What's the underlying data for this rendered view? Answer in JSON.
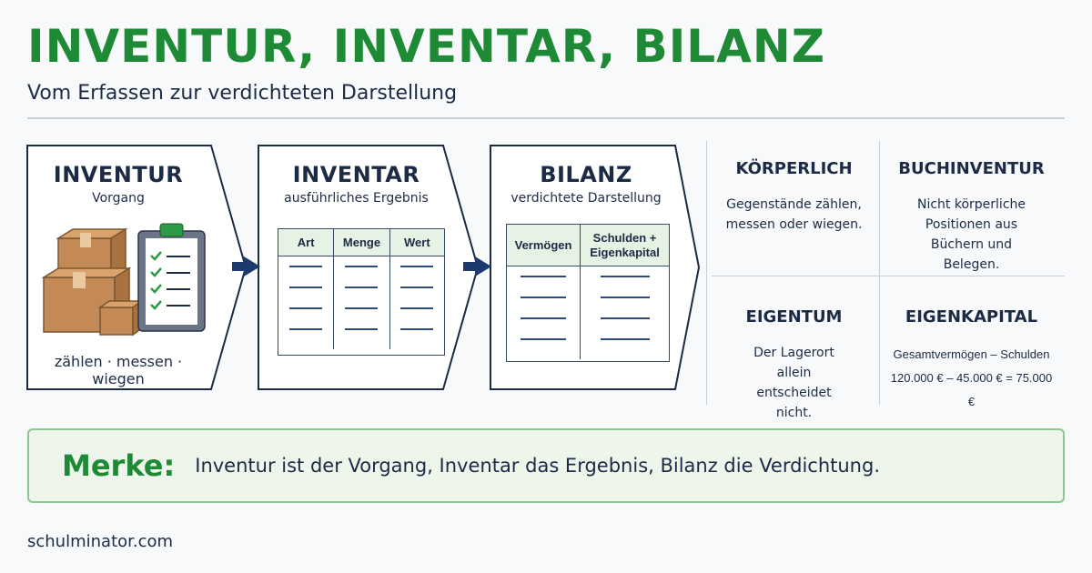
{
  "header": {
    "title": "INVENTUR, INVENTAR, BILANZ",
    "subtitle": "Vom Erfassen zur verdichteten Darstellung"
  },
  "steps": [
    {
      "title": "INVENTUR",
      "subtitle": "Vorgang",
      "footer": "zählen · messen · wiegen",
      "icons": [
        "boxes-icon",
        "clipboard-checklist-icon"
      ]
    },
    {
      "title": "INVENTAR",
      "subtitle": "ausführliches Ergebnis",
      "table_headers": [
        "Art",
        "Menge",
        "Wert"
      ]
    },
    {
      "title": "BILANZ",
      "subtitle": "verdichtete Darstellung",
      "table_headers": [
        "Vermögen",
        "Schulden +\nEigenkapital"
      ]
    }
  ],
  "grid": {
    "koerperlich": {
      "title": "KÖRPERLICH",
      "text": "Gegenstände zählen, messen oder wiegen."
    },
    "buchinventur": {
      "title": "BUCHINVENTUR",
      "text": "Nicht körperliche Positionen aus Büchern und Belegen."
    },
    "eigentum": {
      "title": "EIGENTUM",
      "text": "Der Lagerort allein entscheidet nicht."
    },
    "eigenkapital": {
      "title": "EIGENKAPITAL",
      "line1": "Gesamtvermögen – Schulden",
      "line2": "120.000 € – 45.000 € = 75.000 €"
    }
  },
  "merke": {
    "label": "Merke:",
    "text": "Inventur ist der Vorgang, Inventar das Ergebnis, Bilanz die Verdichtung."
  },
  "footer": {
    "site": "schulminator.com"
  },
  "colors": {
    "green": "#1e8a36",
    "navy": "#1c2b45",
    "box_fill": "#c48a55"
  }
}
